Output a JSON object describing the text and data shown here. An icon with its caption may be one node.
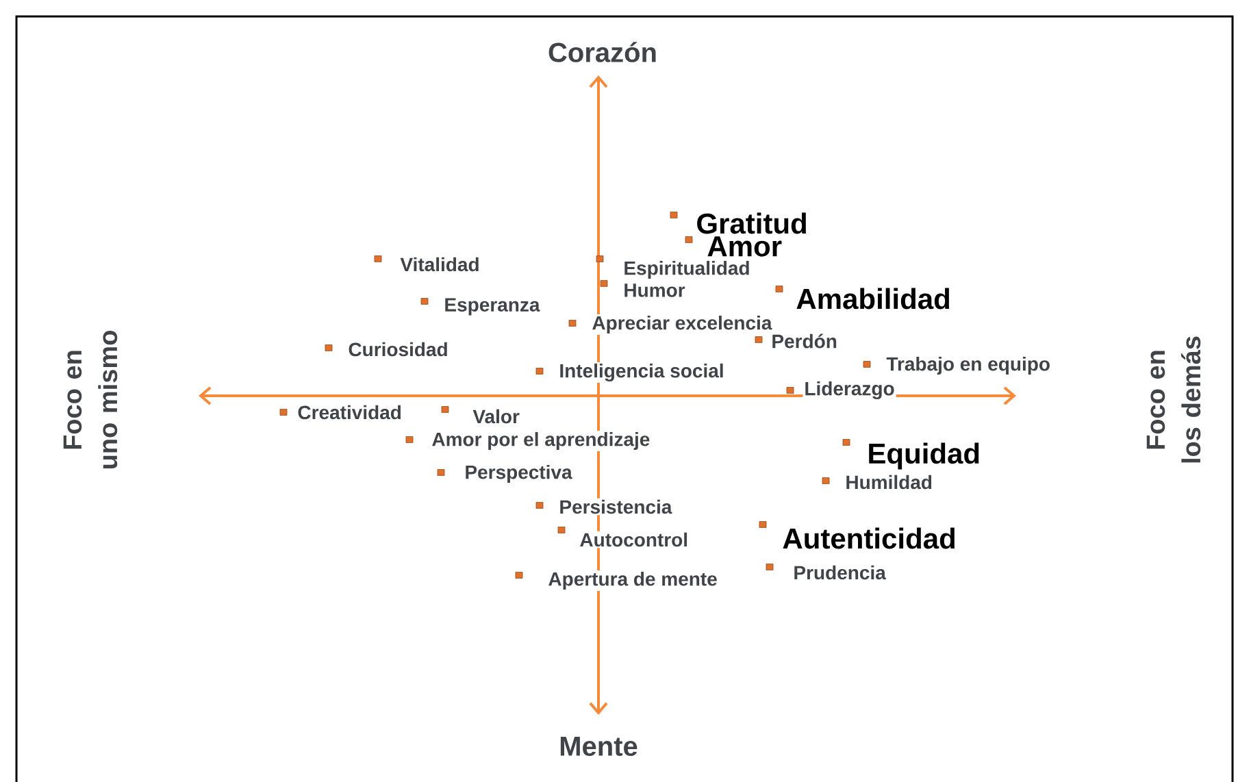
{
  "diagram": {
    "labels": [
      "Corazón",
      "Gratitud",
      "Amor",
      "Vitalidad",
      "Espiritualidad",
      "Humor",
      "Esperanza",
      "Amabilidad",
      "Apreciar excelencia",
      "Perdón",
      "Curiosidad",
      "Inteligencia social",
      "Trabajo en equipo",
      "Liderazgo",
      "Foco en uno mismo",
      "Foco en los demás",
      "Creatividad",
      "Valor",
      "Amor por el aprendizaje",
      "Equidad",
      "Perspectiva",
      "Humildad",
      "Persistencia",
      "Autocontrol",
      "Autenticidad",
      "Apertura de mente",
      "Prudencia",
      "Mente"
    ]
  }
}
